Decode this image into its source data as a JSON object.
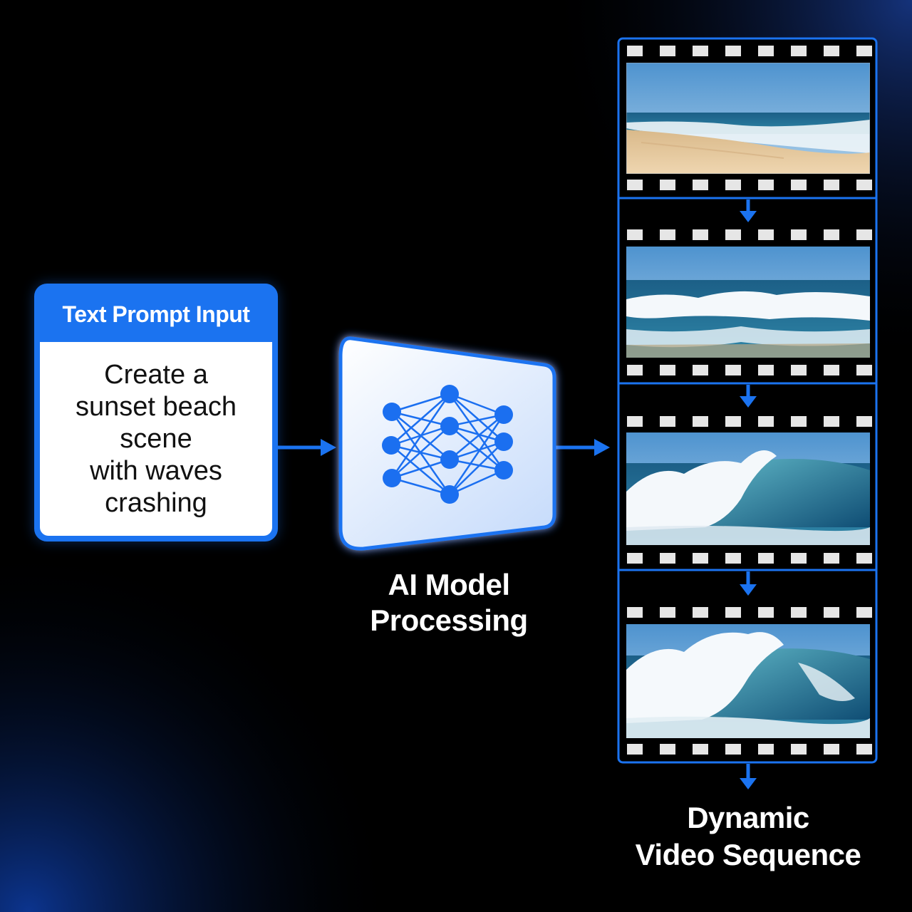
{
  "prompt_card": {
    "header": "Text Prompt Input",
    "lines": [
      "Create a",
      "sunset beach",
      "scene",
      "with waves",
      "crashing"
    ]
  },
  "model": {
    "label_lines": [
      "AI Model",
      "Processing"
    ],
    "icon": "neural-network-icon"
  },
  "output": {
    "label_lines": [
      "Dynamic",
      "Video Sequence"
    ],
    "frames": [
      {
        "scene": "calm-beach-shoreline"
      },
      {
        "scene": "breaking-wave"
      },
      {
        "scene": "curling-wave"
      },
      {
        "scene": "crashing-wave-spray"
      }
    ]
  },
  "colors": {
    "accent": "#1b73f0",
    "background": "#000000",
    "card_body": "#ffffff",
    "model_fill": "#dceaff",
    "sky": "#5c9fd6",
    "sea": "#1f6b93",
    "sand": "#e8cca3",
    "foam": "#f4f8fb"
  }
}
